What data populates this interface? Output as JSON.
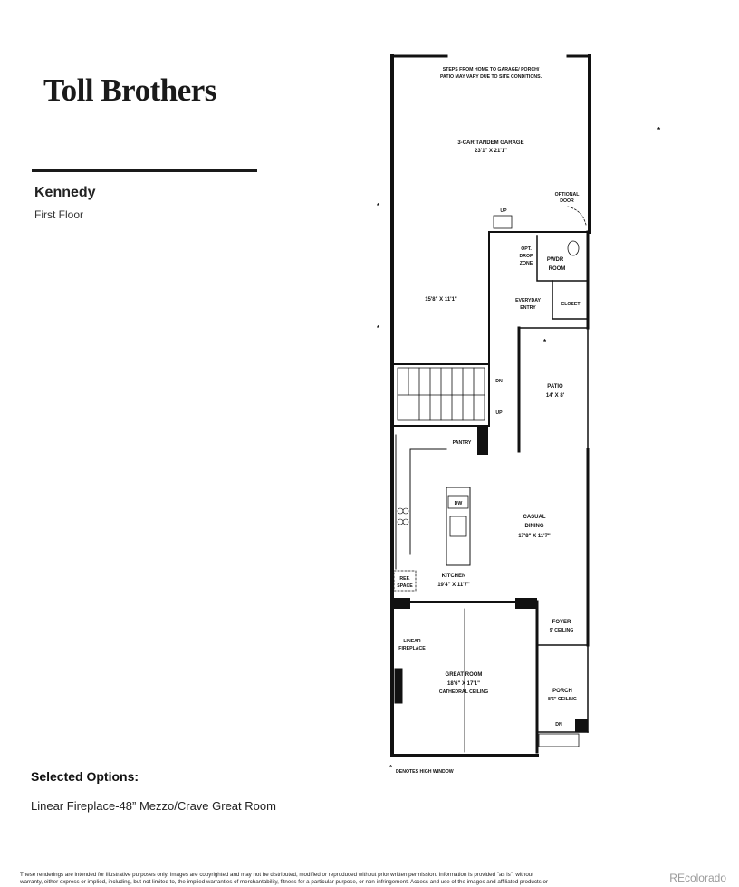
{
  "brand": {
    "logo_text": "Toll Brothers"
  },
  "model": {
    "name": "Kennedy",
    "floor": "First Floor"
  },
  "options": {
    "heading": "Selected Options:",
    "items": [
      "Linear Fireplace-48” Mezzo/Crave Great Room"
    ]
  },
  "plan": {
    "garage_note_1": "STEPS FROM HOME TO GARAGE/ PORCH/",
    "garage_note_2": "PATIO MAY VARY DUE TO SITE CONDITIONS.",
    "garage_name": "3-CAR TANDEM GARAGE",
    "garage_dim": "23'1\" X 21'1\"",
    "garage_ext_dim": "15'8\" X 11'1\"",
    "optional_door_1": "OPTIONAL",
    "optional_door_2": "DOOR",
    "up_1": "UP",
    "opt_drop_1": "OPT.",
    "opt_drop_2": "DROP",
    "opt_drop_3": "ZONE",
    "pwdr_1": "PWDR",
    "pwdr_2": "ROOM",
    "everyday_1": "EVERYDAY",
    "everyday_2": "ENTRY",
    "closet": "CLOSET",
    "dn_1": "DN",
    "up_2": "UP",
    "patio_name": "PATIO",
    "patio_dim": "14' X 8'",
    "pantry": "PANTRY",
    "dw": "DW",
    "casual_1": "CASUAL",
    "casual_2": "DINING",
    "casual_dim": "17'8\" X 11'7\"",
    "ref_1": "REF.",
    "ref_2": "SPACE",
    "kitchen_name": "KITCHEN",
    "kitchen_dim": "19'4\" X 11'7\"",
    "foyer_name": "FOYER",
    "foyer_ceiling": "9' CEILING",
    "fireplace_1": "LINEAR",
    "fireplace_2": "FIREPLACE",
    "great_name": "GREAT ROOM",
    "great_dim": "18'6\" X 17'1\"",
    "great_ceiling": "CATHEDRAL CEILING",
    "porch_name": "PORCH",
    "porch_ceiling": "8'6\" CEILING",
    "dn_2": "DN",
    "high_window_note": "DENOTES HIGH WINDOW",
    "asterisk": "*"
  },
  "footer": {
    "disclaimer_1": "These renderings are intended for illustrative purposes only. Images are copyrighted and may not be distributed, modified or reproduced without prior written permission. Information is provided \"as is\", without",
    "disclaimer_2": "warranty, either express or implied, including, but not limited to, the implied warranties of merchantability, fitness for a particular purpose, or non-infringement. Access and use of the images and affiliated products or",
    "watermark": "REcolorado"
  }
}
